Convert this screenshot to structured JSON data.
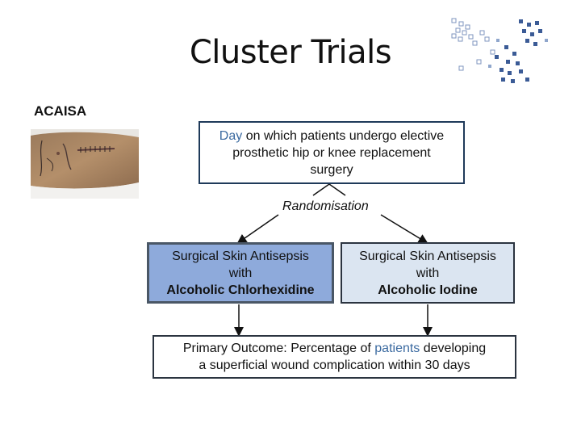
{
  "slide": {
    "title": "Cluster Trials",
    "subtitle": "ACAISA"
  },
  "flow": {
    "day_box": {
      "highlight": "Day",
      "line1_rest": " on which patients undergo elective",
      "line2": "prosthetic hip or knee replacement",
      "line3": "surgery"
    },
    "randomisation_label": "Randomisation",
    "arm_left": {
      "line1": "Surgical Skin Antisepsis",
      "line2": "with",
      "line3": "Alcoholic Chlorhexidine"
    },
    "arm_right": {
      "line1": "Surgical Skin Antisepsis",
      "line2": "with",
      "line3": "Alcoholic Iodine"
    },
    "outcome": {
      "prefix": "Primary Outcome: Percentage of ",
      "highlight": "patients",
      "suffix": " developing",
      "line2": "a superficial wound complication within 30 days"
    }
  },
  "colors": {
    "highlight_text": "#3b6aa0",
    "left_arm_fill": "#8eaadb",
    "right_arm_fill": "#dbe5f1",
    "logo_blue": "#2f4f8f"
  },
  "icons": {
    "logo": "pixel-squares-logo-icon",
    "photo": "surgical-wound-photo"
  }
}
